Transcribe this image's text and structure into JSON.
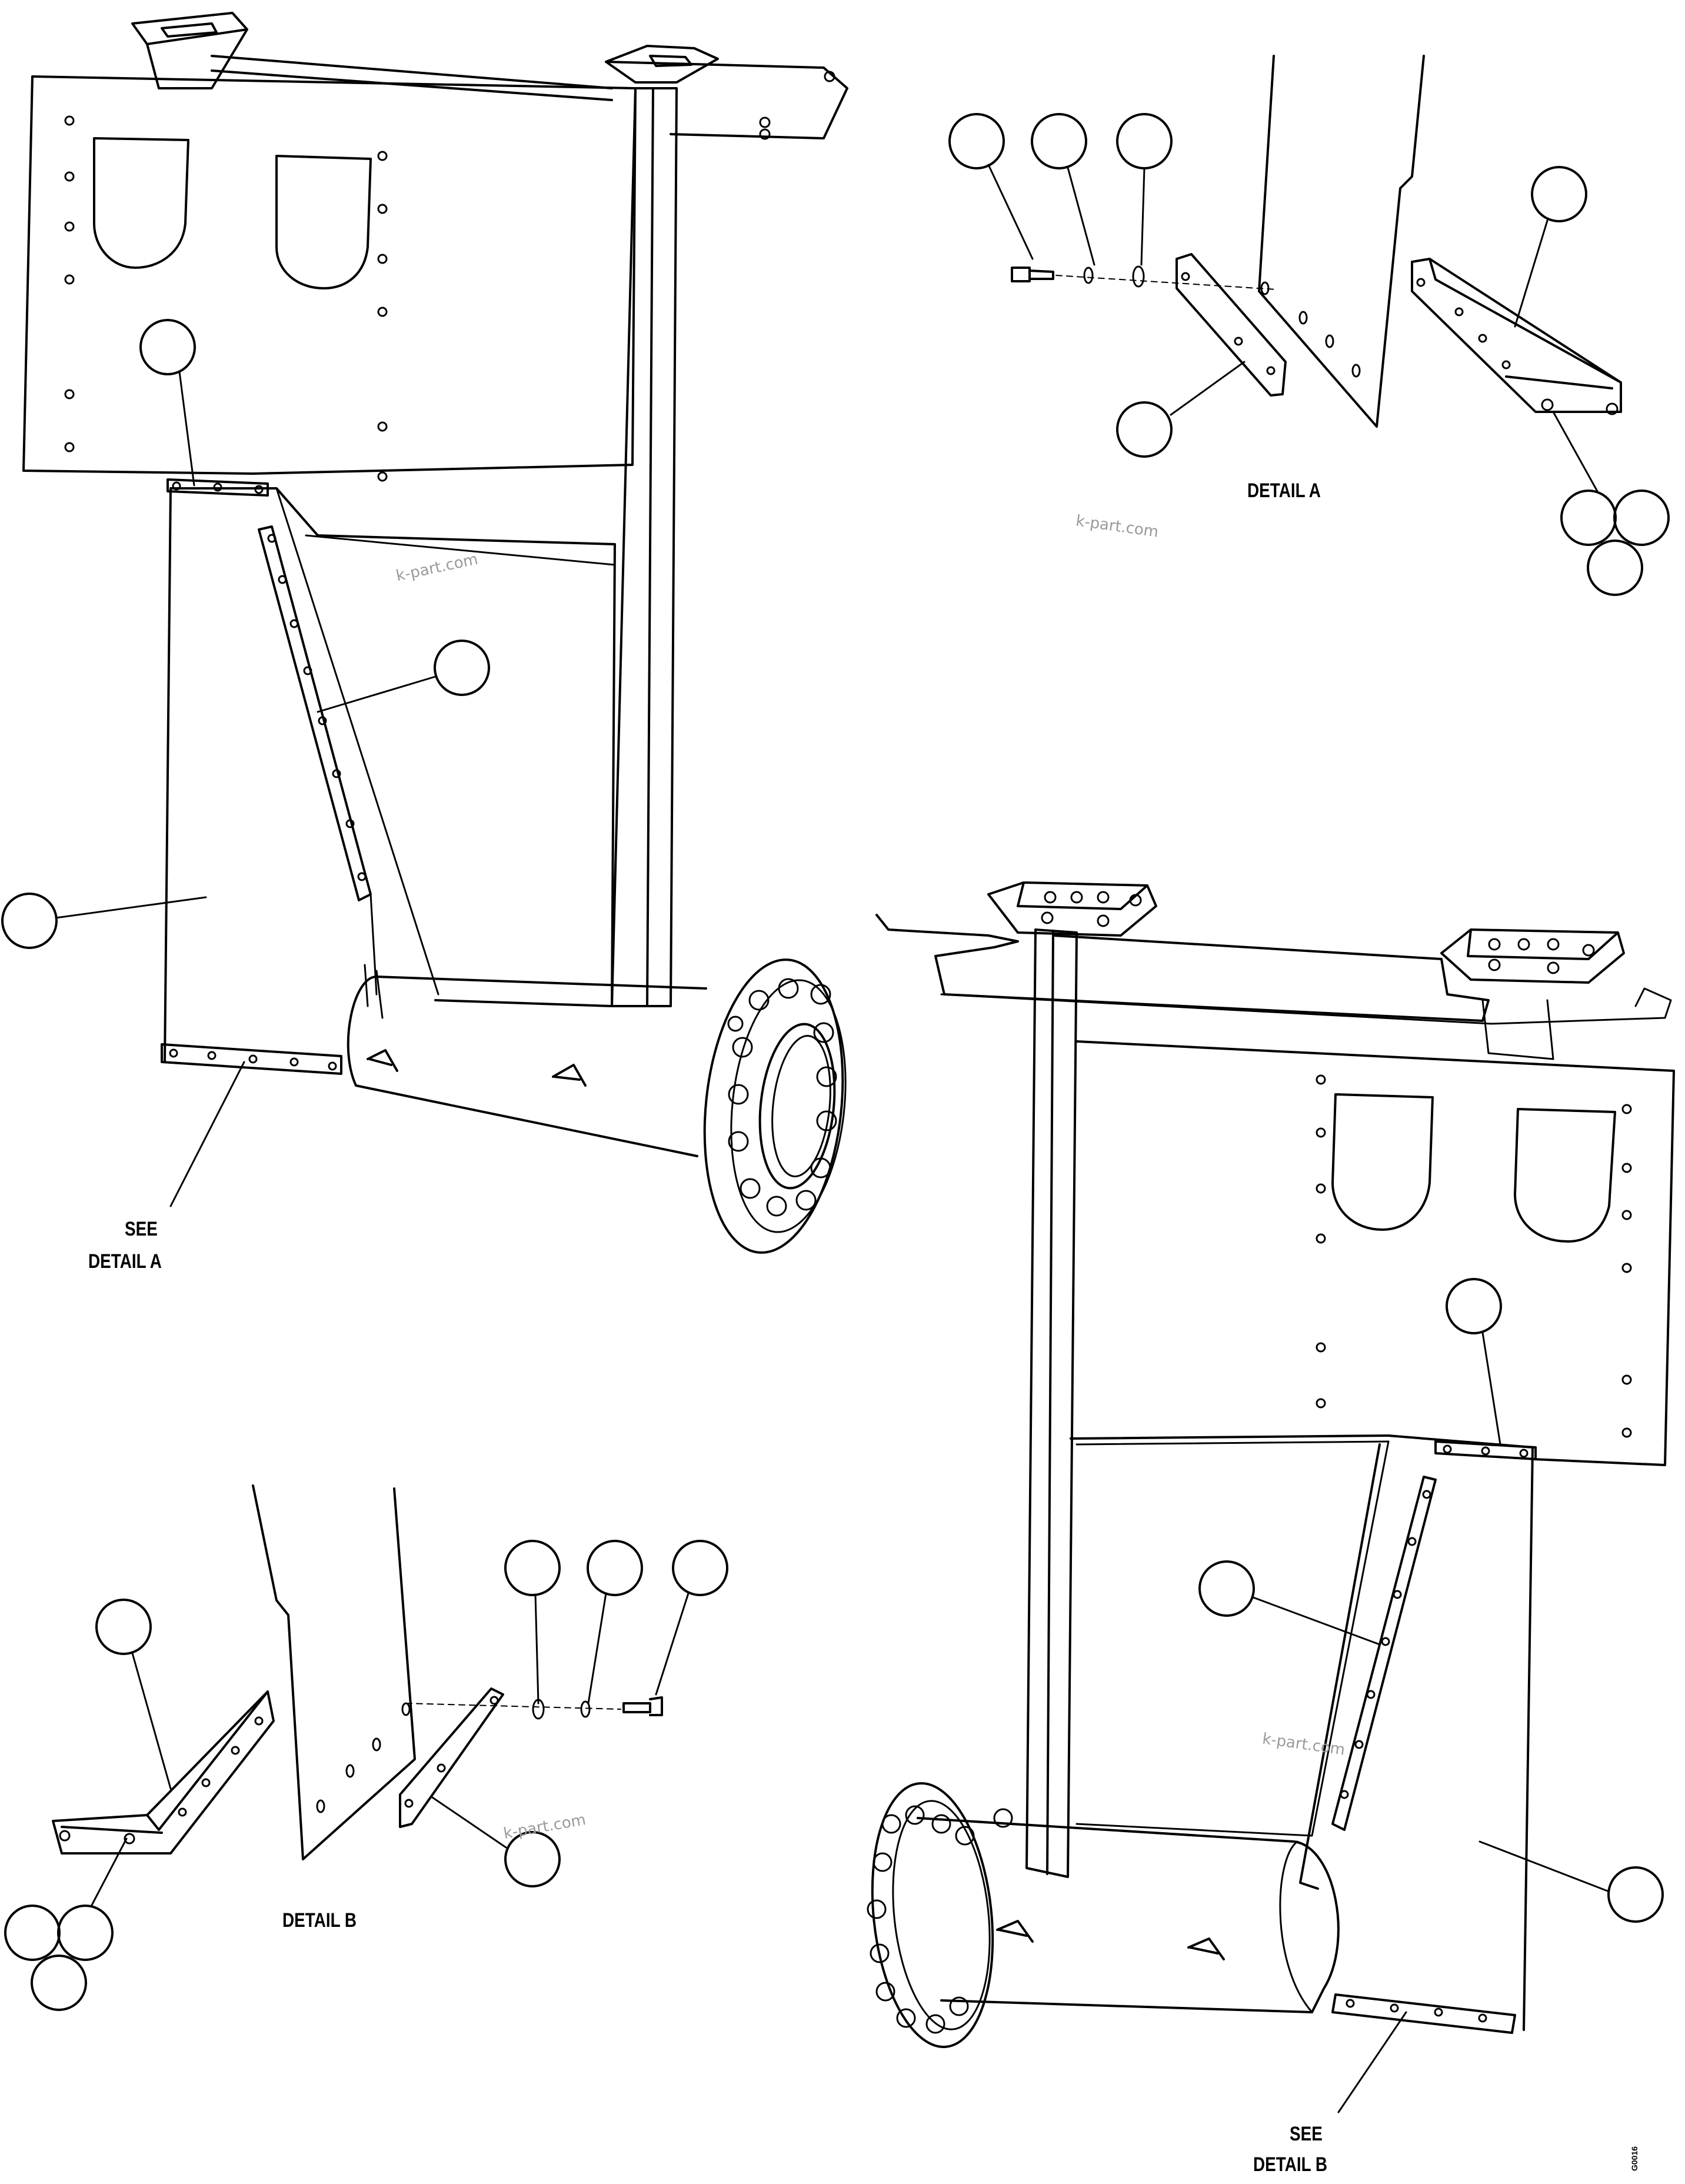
{
  "labels": {
    "detail_a": "DETAIL A",
    "detail_b": "DETAIL B",
    "see_detail_a_line1": "SEE",
    "see_detail_a_line2": "DETAIL A",
    "see_detail_b_line1": "SEE",
    "see_detail_b_line2": "DETAIL B"
  },
  "watermark": "k-part.com",
  "figure_code": "G0016",
  "colors": {
    "line": "#000000",
    "background": "#ffffff",
    "watermark": "#9a9a9a"
  }
}
